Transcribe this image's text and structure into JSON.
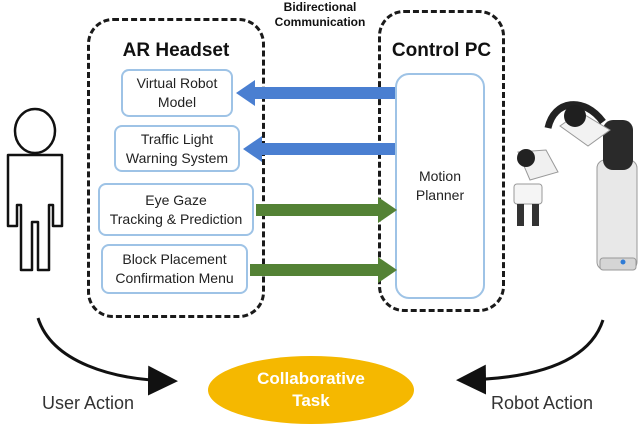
{
  "communication_label": "Bidirectional\nCommunication",
  "ar_headset": {
    "title": "AR Headset",
    "modules": [
      {
        "label": "Virtual Robot\nModel"
      },
      {
        "label": "Traffic Light\nWarning System"
      },
      {
        "label": "Eye Gaze\nTracking & Prediction"
      },
      {
        "label": "Block Placement\nConfirmation Menu"
      }
    ]
  },
  "control_pc": {
    "title": "Control PC",
    "planner": "Motion\nPlanner"
  },
  "task": "Collaborative\nTask",
  "user_action": "User Action",
  "robot_action": "Robot Action",
  "colors": {
    "blue_arrow": "#4a7fd1",
    "green_arrow": "#548235",
    "module_border": "#9ec3e6",
    "task_fill": "#f5b800"
  }
}
